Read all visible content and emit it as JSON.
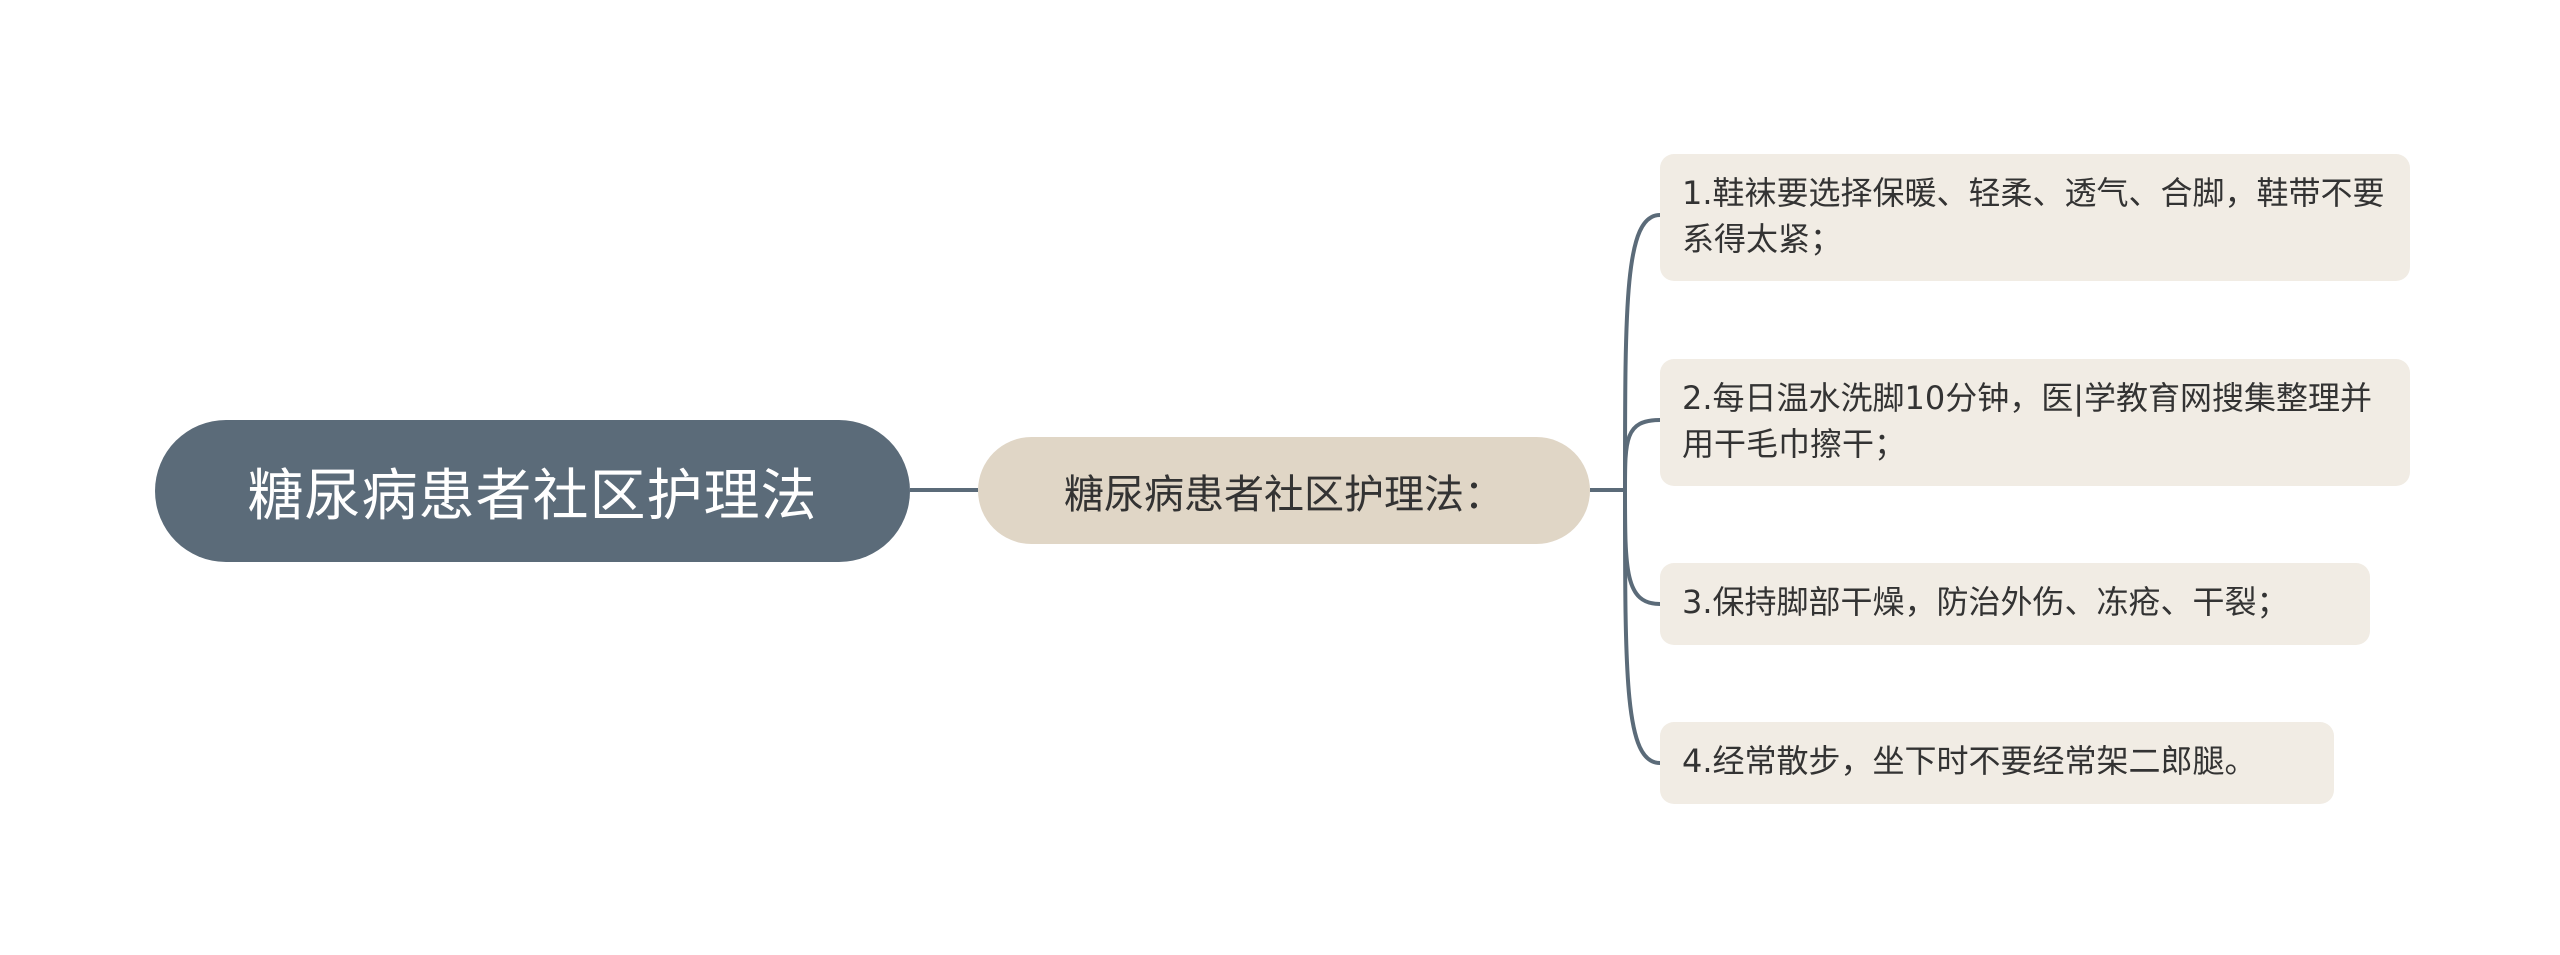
{
  "root": {
    "label": "糖尿病患者社区护理法"
  },
  "branch": {
    "label": "糖尿病患者社区护理法："
  },
  "items": [
    {
      "label": "1.鞋袜要选择保暖、轻柔、透气、合脚，鞋带不要系得太紧；"
    },
    {
      "label": "2.每日温水洗脚10分钟，医|学教育网搜集整理并用干毛巾擦干；"
    },
    {
      "label": "3.保持脚部干燥，防治外伤、冻疮、干裂；"
    },
    {
      "label": "4.经常散步，坐下时不要经常架二郎腿。"
    }
  ],
  "colors": {
    "root_fill": "#5b6b79",
    "branch_fill": "#e0d6c6",
    "leaf_fill": "#f1ece4",
    "connector": "#5b6b79"
  }
}
